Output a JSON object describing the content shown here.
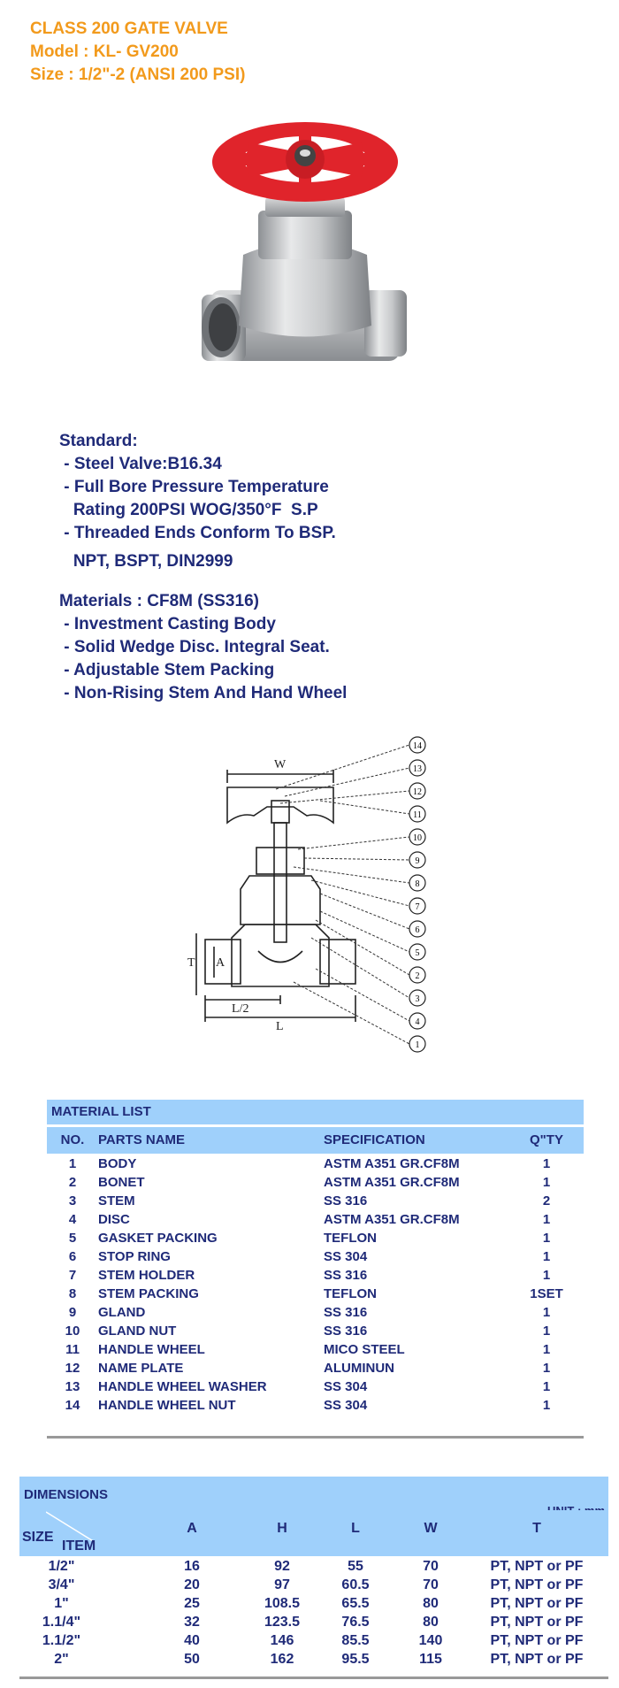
{
  "header": {
    "title": "CLASS 200 GATE VALVE",
    "model": "Model : KL- GV200",
    "size": "Size : 1/2\"-2 (ANSI 200 PSI)"
  },
  "colors": {
    "header_orange": "#f29a1c",
    "text_navy": "#1f2a78",
    "table_blue": "#9fd0fb",
    "handwheel_red": "#e0242b"
  },
  "standard": {
    "lines": [
      "Standard:",
      " - Steel Valve:B16.34",
      " - Full Bore Pressure Temperature",
      "   Rating 200PSI WOG/350°F  S.P",
      " - Threaded Ends Conform To BSP.",
      "   NPT, BSPT, DIN2999"
    ]
  },
  "materials": {
    "lines": [
      "Materials : CF8M (SS316)",
      " - Investment Casting Body",
      " - Solid Wedge Disc. Integral Seat.",
      " - Adjustable Stem Packing",
      " - Non-Rising Stem And Hand Wheel"
    ]
  },
  "diagram": {
    "labels": {
      "w": "W",
      "t": "T",
      "a": "A",
      "l2": "L/2",
      "l": "L"
    },
    "callouts": [
      "14",
      "13",
      "12",
      "11",
      "10",
      "9",
      "8",
      "7",
      "6",
      "5",
      "2",
      "3",
      "4",
      "1"
    ]
  },
  "material_list": {
    "title": "MATERIAL LIST",
    "headers": {
      "no": "NO.",
      "part": "PARTS NAME",
      "spec": "SPECIFICATION",
      "qty": "Q\"TY"
    },
    "rows": [
      {
        "no": "1",
        "part": "BODY",
        "spec": "ASTM A351 GR.CF8M",
        "qty": "1"
      },
      {
        "no": "2",
        "part": "BONET",
        "spec": "ASTM A351 GR.CF8M",
        "qty": "1"
      },
      {
        "no": "3",
        "part": "STEM",
        "spec": "SS 316",
        "qty": "2"
      },
      {
        "no": "4",
        "part": "DISC",
        "spec": "ASTM A351 GR.CF8M",
        "qty": "1"
      },
      {
        "no": "5",
        "part": "GASKET PACKING",
        "spec": "TEFLON",
        "qty": "1"
      },
      {
        "no": "6",
        "part": "STOP RING",
        "spec": "SS 304",
        "qty": "1"
      },
      {
        "no": "7",
        "part": "STEM HOLDER",
        "spec": "SS 316",
        "qty": "1"
      },
      {
        "no": "8",
        "part": "STEM PACKING",
        "spec": "TEFLON",
        "qty": "1SET"
      },
      {
        "no": "9",
        "part": "GLAND",
        "spec": "SS 316",
        "qty": "1"
      },
      {
        "no": "10",
        "part": "GLAND NUT",
        "spec": "SS 316",
        "qty": "1"
      },
      {
        "no": "11",
        "part": "HANDLE WHEEL",
        "spec": "MICO STEEL",
        "qty": "1"
      },
      {
        "no": "12",
        "part": "NAME PLATE",
        "spec": "ALUMINUN",
        "qty": "1"
      },
      {
        "no": "13",
        "part": "HANDLE WHEEL WASHER",
        "spec": "SS 304",
        "qty": "1"
      },
      {
        "no": "14",
        "part": "HANDLE WHEEL NUT",
        "spec": "SS 304",
        "qty": "1"
      }
    ]
  },
  "dimensions": {
    "title": "DIMENSIONS",
    "unit": "UNIT : mm",
    "headers": {
      "size": "SIZE",
      "item": "ITEM",
      "a": "A",
      "h": "H",
      "l": "L",
      "w": "W",
      "t": "T"
    },
    "rows": [
      {
        "size": "1/2\"",
        "a": "16",
        "h": "92",
        "l": "55",
        "w": "70",
        "t": "PT, NPT or PF"
      },
      {
        "size": "3/4\"",
        "a": "20",
        "h": "97",
        "l": "60.5",
        "w": "70",
        "t": "PT, NPT or PF"
      },
      {
        "size": "1\"",
        "a": "25",
        "h": "108.5",
        "l": "65.5",
        "w": "80",
        "t": "PT, NPT or PF"
      },
      {
        "size": "1.1/4\"",
        "a": "32",
        "h": "123.5",
        "l": "76.5",
        "w": "80",
        "t": "PT, NPT or PF"
      },
      {
        "size": "1.1/2\"",
        "a": "40",
        "h": "146",
        "l": "85.5",
        "w": "140",
        "t": "PT, NPT or PF"
      },
      {
        "size": "2\"",
        "a": "50",
        "h": "162",
        "l": "95.5",
        "w": "115",
        "t": "PT, NPT or PF"
      }
    ]
  }
}
